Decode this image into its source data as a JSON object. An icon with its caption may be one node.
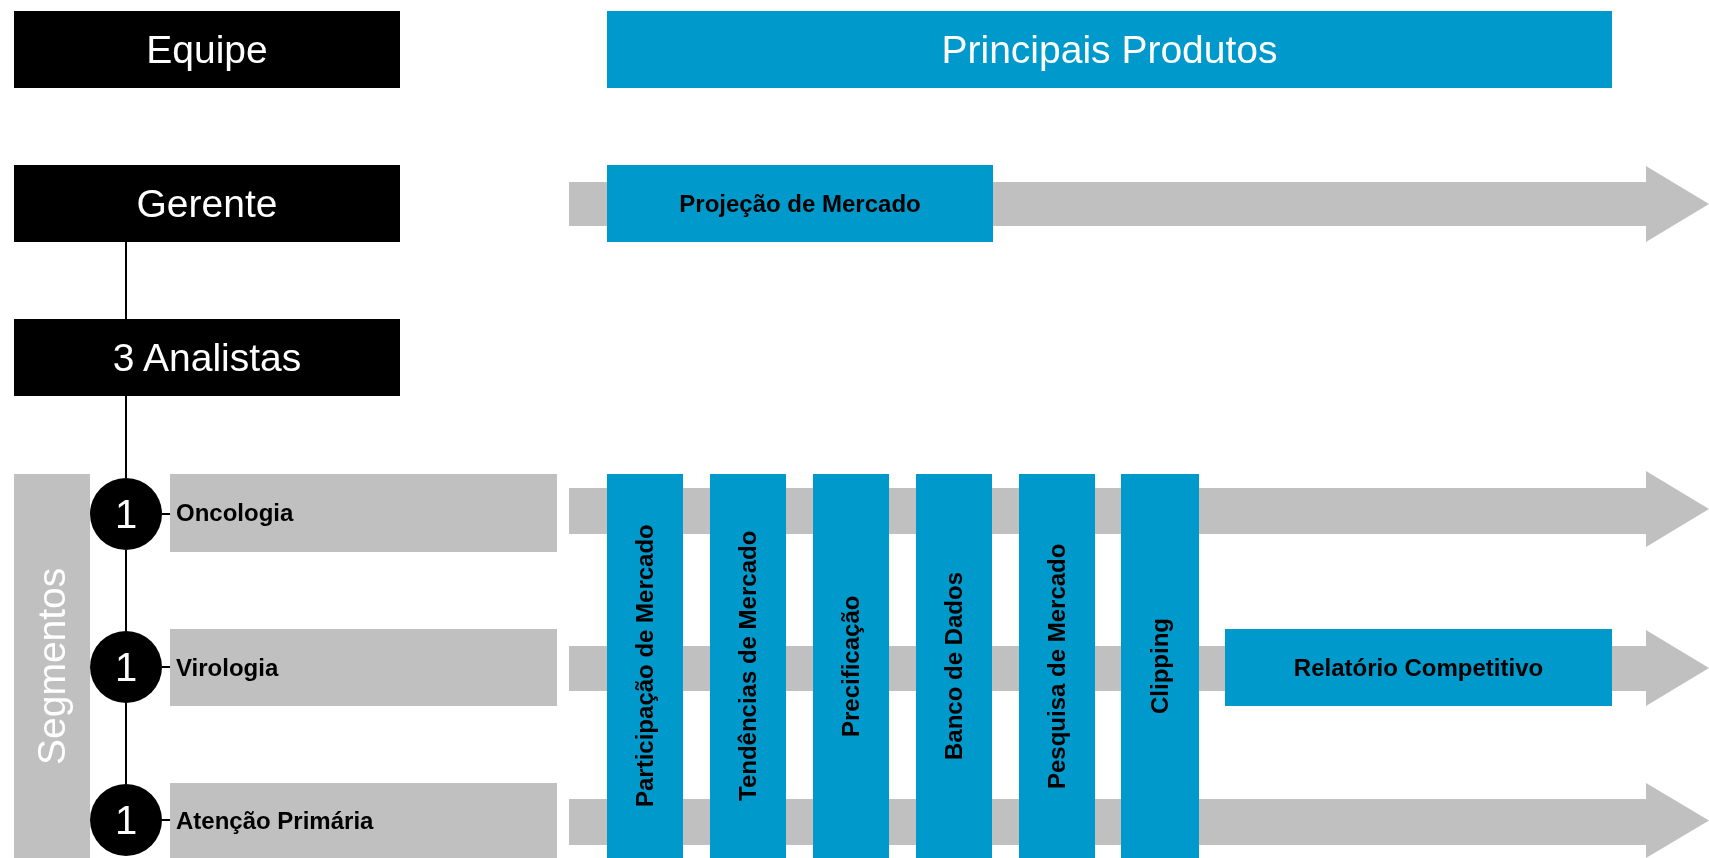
{
  "diagram": {
    "nodes": [
      {
        "text": [
          "Equipe"
        ]
      },
      {
        "text": [
          "Principais Produtos"
        ]
      },
      {
        "text": [
          "Gerente"
        ]
      },
      {
        "text": [
          "Projeção de Mercado"
        ]
      },
      {
        "text": [
          "3 Analistas"
        ]
      },
      {
        "text": [
          "Segmentos"
        ]
      },
      {
        "text": [
          "1"
        ]
      },
      {
        "text": [
          "Oncologia"
        ]
      },
      {
        "text": [
          "1"
        ]
      },
      {
        "text": [
          "Virologia"
        ]
      },
      {
        "text": [
          "1"
        ]
      },
      {
        "text": [
          "Atenção Primária"
        ]
      },
      {
        "text": [
          "Participação de Mercado"
        ]
      },
      {
        "text": [
          "Tendências de Mercado"
        ]
      },
      {
        "text": [
          "Precificação"
        ]
      },
      {
        "text": [
          "Banco de Dados"
        ]
      },
      {
        "text": [
          "Pesquisa de Mercado"
        ]
      },
      {
        "text": [
          "Clipping"
        ]
      },
      {
        "text": [
          "Relatório Competitivo"
        ]
      }
    ],
    "edges": [
      {
        "from": 2,
        "to": 4,
        "arrow": "none"
      },
      {
        "from": 4,
        "to": 6,
        "arrow": "none"
      },
      {
        "from": 6,
        "to": 8,
        "arrow": "none"
      },
      {
        "from": 8,
        "to": 10,
        "arrow": "none"
      },
      {
        "from": 6,
        "to": 7,
        "arrow": "none"
      },
      {
        "from": 8,
        "to": 9,
        "arrow": "none"
      },
      {
        "from": 10,
        "to": 11,
        "arrow": "none"
      }
    ]
  }
}
